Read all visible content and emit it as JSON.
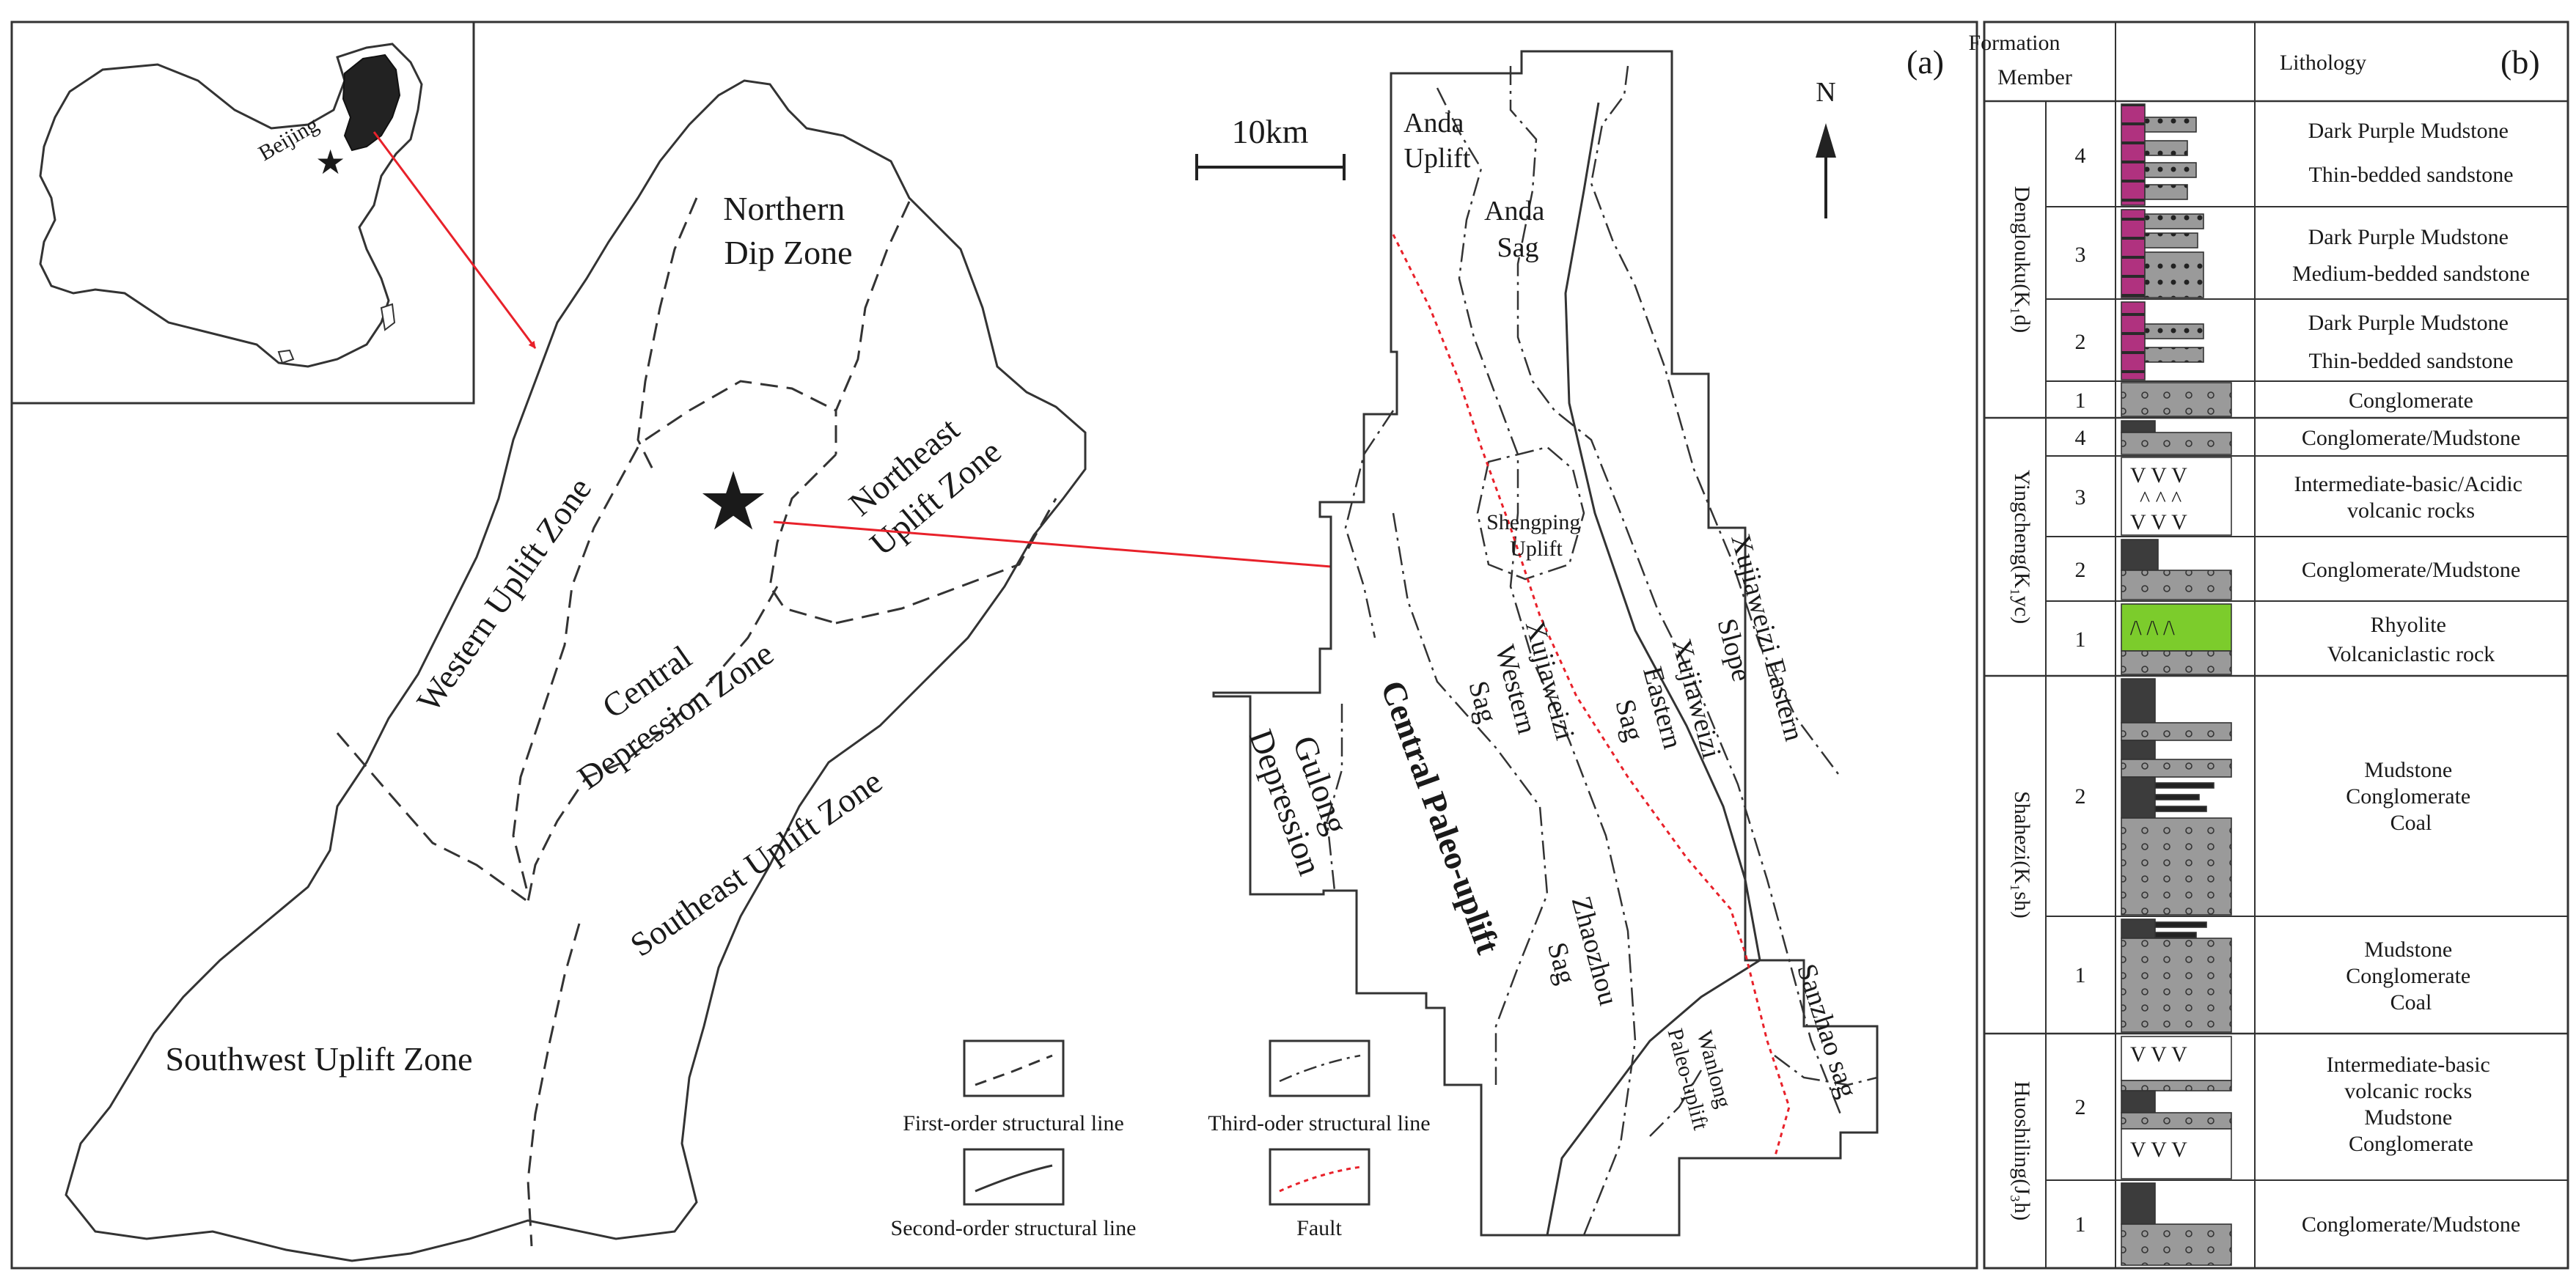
{
  "panel_a": {
    "label": "(a)",
    "inset": {
      "city": "Beijing"
    },
    "zones": {
      "northern": [
        "Northern",
        "Dip Zone"
      ],
      "northeast": [
        "Northeast",
        "Uplift Zone"
      ],
      "western": "Western Uplift Zone",
      "central": [
        "Central",
        "Depression Zone"
      ],
      "southeast": "Southeast Uplift Zone",
      "southwest": "Southwest Uplift Zone"
    },
    "scale_label": "10km",
    "north": "N",
    "units": {
      "anda_uplift": [
        "Anda",
        "Uplift"
      ],
      "anda_sag": [
        "Anda",
        "Sag"
      ],
      "shengping": [
        "Shengping",
        "Uplift"
      ],
      "xujiaweizi_eastern_slope": [
        "Xujiaweizi Eastern",
        "Slope"
      ],
      "xujiaweizi_eastern_sag": [
        "Xujiaweizi",
        "Eastern",
        "Sag"
      ],
      "xujiaweizi_western_sag": [
        "Xujiaweizi",
        "Western",
        "Sag"
      ],
      "central_paleo": "Central Paleo-uplift",
      "gulong": [
        "Gulong",
        "Depression"
      ],
      "zhaozhou": [
        "Zhaozhou",
        "Sag"
      ],
      "wanlong": [
        "Wanlong",
        "Paleo-uplift"
      ],
      "sanzhao": "Sanzhao sag"
    },
    "legend": {
      "first": "First-order structural line",
      "second": "Second-order structural line",
      "third": "Third-oder structural line",
      "fault": "Fault"
    },
    "colors": {
      "arrow": "#e8212a",
      "star": "#e8212a",
      "fault": "#e8212a",
      "inset_fill": "#222222"
    }
  },
  "panel_b": {
    "label": "(b)",
    "headers": {
      "formation": "Formation",
      "member": "Member",
      "lithology": "Lithology"
    },
    "formations": [
      {
        "name": "Denglouku(K₁d)",
        "members": [
          {
            "num": "4",
            "desc": [
              "Dark Purple Mudstone",
              "Thin-bedded sandstone"
            ]
          },
          {
            "num": "3",
            "desc": [
              "Dark Purple Mudstone",
              "Medium-bedded sandstone"
            ]
          },
          {
            "num": "2",
            "desc": [
              "Dark Purple Mudstone",
              "Thin-bedded sandstone"
            ]
          },
          {
            "num": "1",
            "desc": [
              "Conglomerate"
            ]
          }
        ]
      },
      {
        "name": "Yingcheng(K₁yc)",
        "members": [
          {
            "num": "4",
            "desc": [
              "Conglomerate/Mudstone"
            ]
          },
          {
            "num": "3",
            "desc": [
              "Intermediate-basic/Acidic",
              "volcanic rocks"
            ]
          },
          {
            "num": "2",
            "desc": [
              "Conglomerate/Mudstone"
            ]
          },
          {
            "num": "1",
            "desc": [
              "Rhyolite",
              "Volcaniclastic rock"
            ]
          }
        ]
      },
      {
        "name": "Shahezi(K₁sh)",
        "members": [
          {
            "num": "2",
            "desc": [
              "Mudstone",
              "Conglomerate",
              "Coal"
            ]
          },
          {
            "num": "1",
            "desc": [
              "Mudstone",
              "Conglomerate",
              "Coal"
            ]
          }
        ]
      },
      {
        "name": "Huoshiling(J₃h)",
        "members": [
          {
            "num": "2",
            "desc": [
              "Intermediate-basic",
              "volcanic rocks",
              "Mudstone",
              "Conglomerate"
            ]
          },
          {
            "num": "1",
            "desc": [
              "Conglomerate/Mudstone"
            ]
          }
        ]
      }
    ],
    "colors": {
      "purple": "#b0327f",
      "gray": "#9a9a9a",
      "dark": "#3c3c3c",
      "green": "#7ccc2c"
    }
  }
}
